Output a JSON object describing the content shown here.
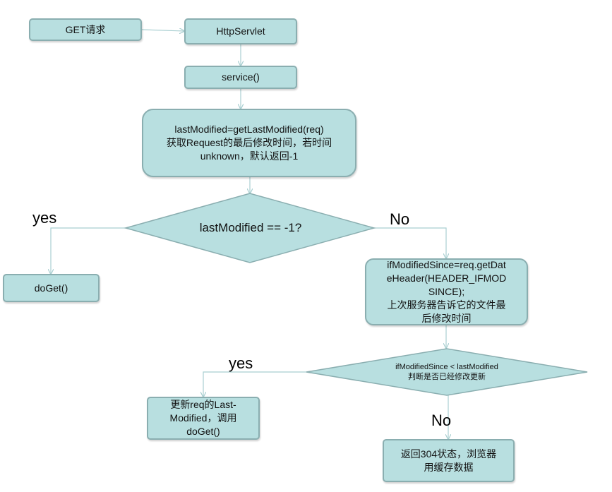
{
  "nodes": {
    "get_request": "GET请求",
    "http_servlet": "HttpServlet",
    "service": "service()",
    "last_modified": "lastModified=getLastModified(req)\n获取Request的最后修改时间，若时间\nunknown，默认返回-1",
    "decision1": "lastModified == -1?",
    "do_get_1": "doGet()",
    "if_modified_since": "ifModifiedSince=req.getDat\neHeader(HEADER_IFMOD\nSINCE);\n上次服务器告诉它的文件最\n后修改时间",
    "decision2": "ifModifiedSince < lastModified\n判断是否已经修改更新",
    "update_and_get": "更新req的Last-\nModified，调用\ndoGet()",
    "return_304": "返回304状态，浏览器\n用缓存数据"
  },
  "edges": {
    "d1_yes": "yes",
    "d1_no": "No",
    "d2_yes": "yes",
    "d2_no": "No"
  },
  "colors": {
    "node_fill": "#b8dfe0",
    "node_border": "#8aaeb0",
    "edge": "#a9cfd1"
  }
}
